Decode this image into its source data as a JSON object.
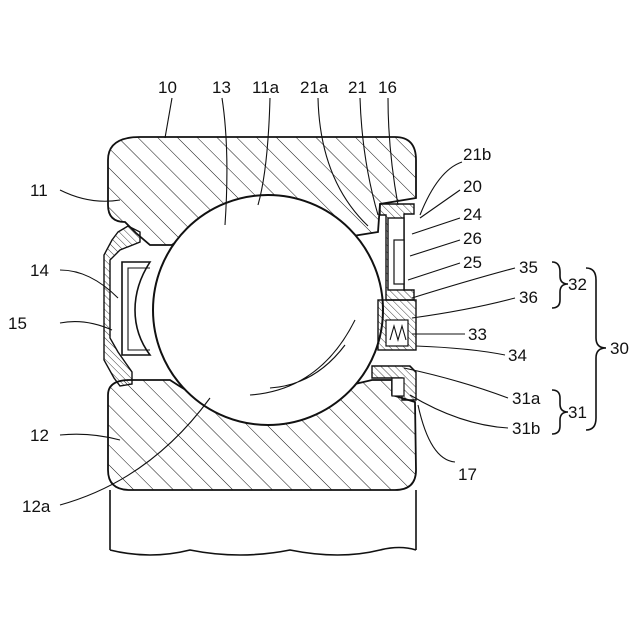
{
  "labels": {
    "l10": "10",
    "l13": "13",
    "l11a": "11a",
    "l21a": "21a",
    "l21": "21",
    "l16": "16",
    "l21b": "21b",
    "l20": "20",
    "l24": "24",
    "l26": "26",
    "l25": "25",
    "l35": "35",
    "l36": "36",
    "l32": "32",
    "l30": "30",
    "l33": "33",
    "l34": "34",
    "l31a": "31a",
    "l31b": "31b",
    "l31": "31",
    "l11": "11",
    "l14": "14",
    "l15": "15",
    "l12": "12",
    "l12a": "12a",
    "l17": "17"
  }
}
